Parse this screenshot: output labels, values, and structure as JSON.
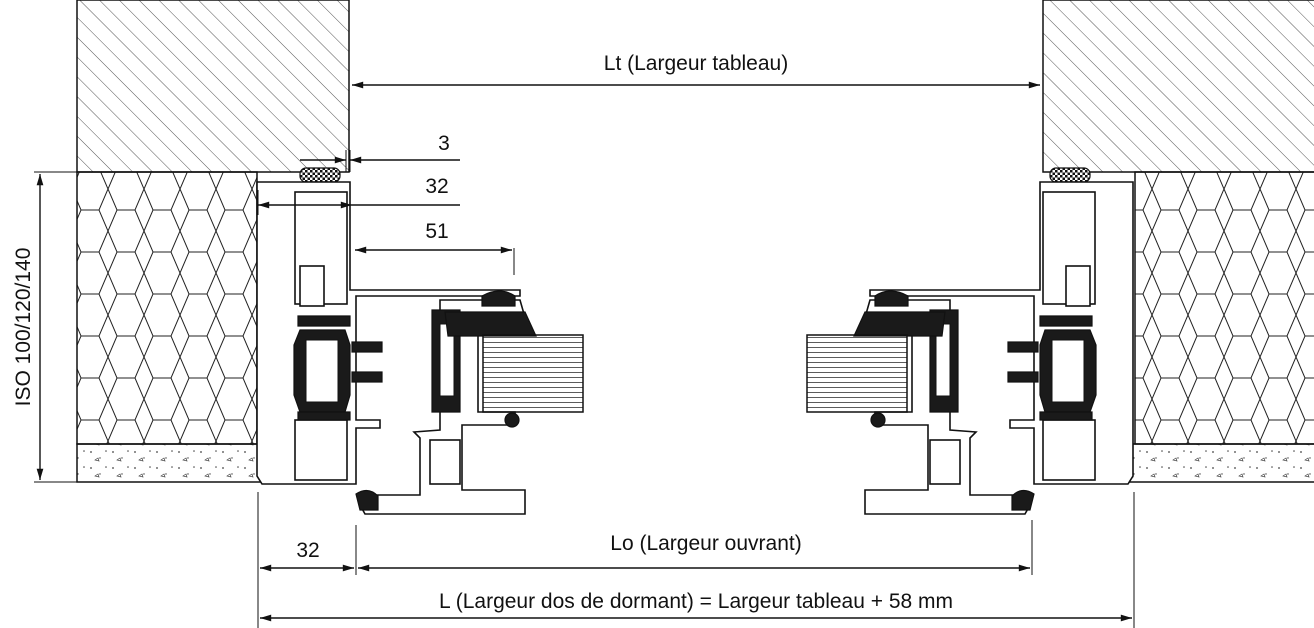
{
  "dimensions": {
    "lt": "Lt (Largeur tableau)",
    "gap": "3",
    "frame_width": "32",
    "overlap": "51",
    "iso": "ISO 100/120/140",
    "bottom_frame": "32",
    "lo": "Lo (Largeur ouvrant)",
    "l": "L (Largeur dos de dormant) = Largeur tableau + 58 mm"
  }
}
